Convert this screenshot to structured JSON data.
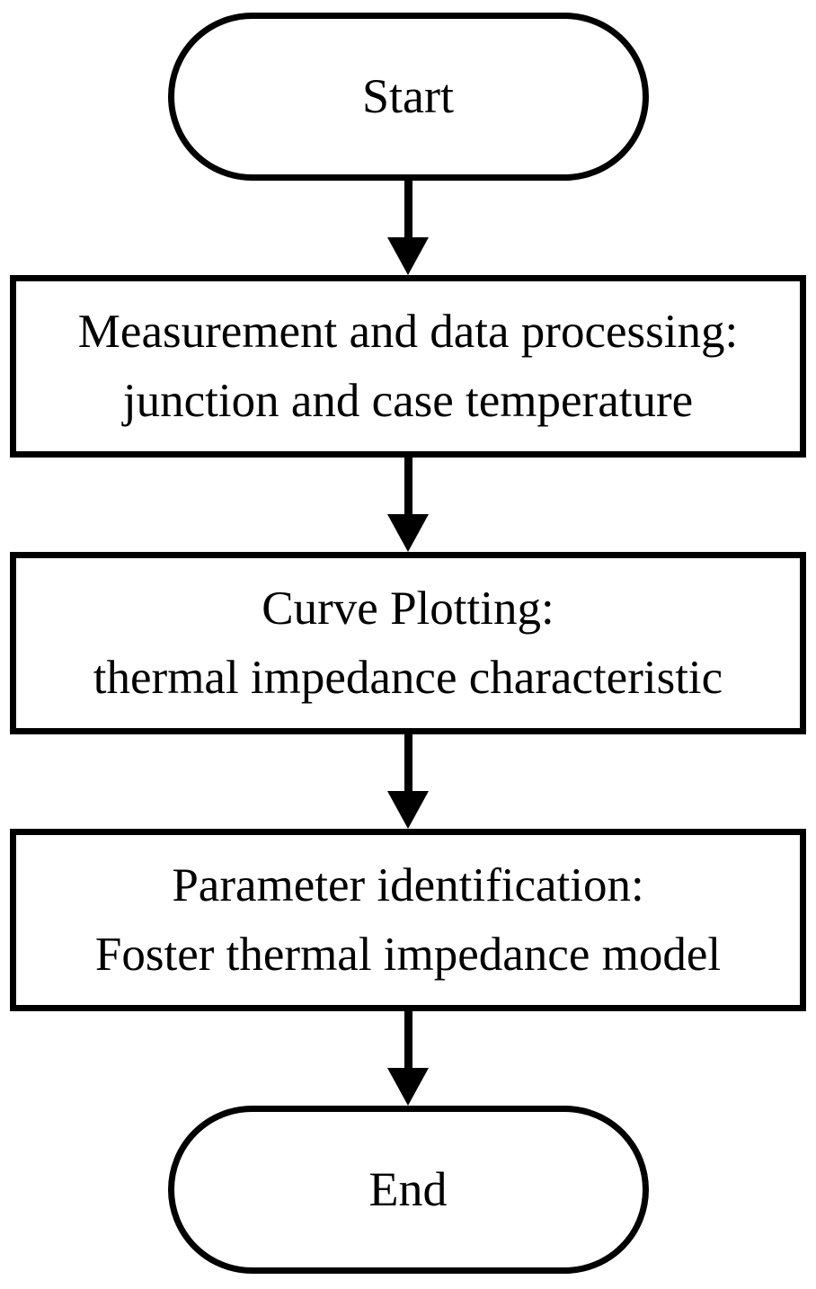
{
  "flowchart": {
    "direction": "top-to-bottom",
    "colors": {
      "stroke": "#000000",
      "fill": "#ffffff",
      "text": "#000000"
    },
    "nodes": [
      {
        "id": "start",
        "shape": "terminator",
        "label": "Start"
      },
      {
        "id": "measurement",
        "shape": "process",
        "lines": [
          "Measurement and data processing:",
          "junction and case temperature"
        ]
      },
      {
        "id": "curve-plotting",
        "shape": "process",
        "lines": [
          "Curve Plotting:",
          "thermal impedance characteristic"
        ]
      },
      {
        "id": "parameter-identification",
        "shape": "process",
        "lines": [
          "Parameter identification:",
          "Foster thermal impedance model"
        ]
      },
      {
        "id": "end",
        "shape": "terminator",
        "label": "End"
      }
    ],
    "connectors": [
      {
        "from": "start",
        "to": "measurement",
        "style": "arrow-down"
      },
      {
        "from": "measurement",
        "to": "curve-plotting",
        "style": "arrow-down"
      },
      {
        "from": "curve-plotting",
        "to": "parameter-identification",
        "style": "arrow-down"
      },
      {
        "from": "parameter-identification",
        "to": "end",
        "style": "arrow-down"
      }
    ]
  }
}
